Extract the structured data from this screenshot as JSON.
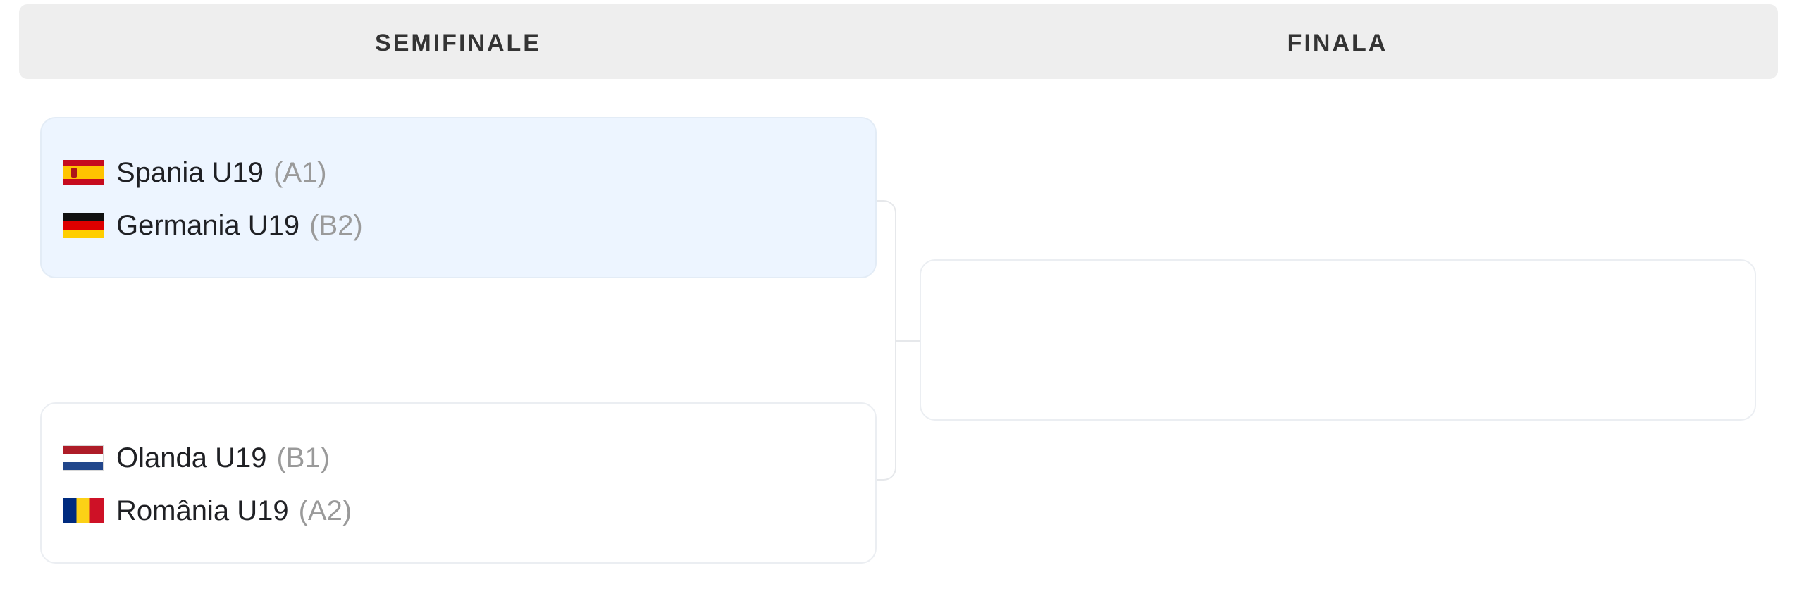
{
  "header": {
    "rounds": [
      {
        "label": "SEMIFINALE"
      },
      {
        "label": "FINALA"
      }
    ]
  },
  "semifinals": [
    {
      "highlighted": true,
      "teams": [
        {
          "flag": "flag-spain",
          "name": "Spania U19",
          "seed": "(A1)"
        },
        {
          "flag": "flag-germany",
          "name": "Germania U19",
          "seed": "(B2)"
        }
      ]
    },
    {
      "highlighted": false,
      "teams": [
        {
          "flag": "flag-netherlands",
          "name": "Olanda U19",
          "seed": "(B1)"
        },
        {
          "flag": "flag-romania",
          "name": "România U19",
          "seed": "(A2)"
        }
      ]
    }
  ],
  "final": {
    "teams": []
  },
  "colors": {
    "header_bg": "#eeeeee",
    "highlight_bg": "#edf5ff",
    "seed_text": "#9a9a9a",
    "card_border": "#ebeef2"
  }
}
